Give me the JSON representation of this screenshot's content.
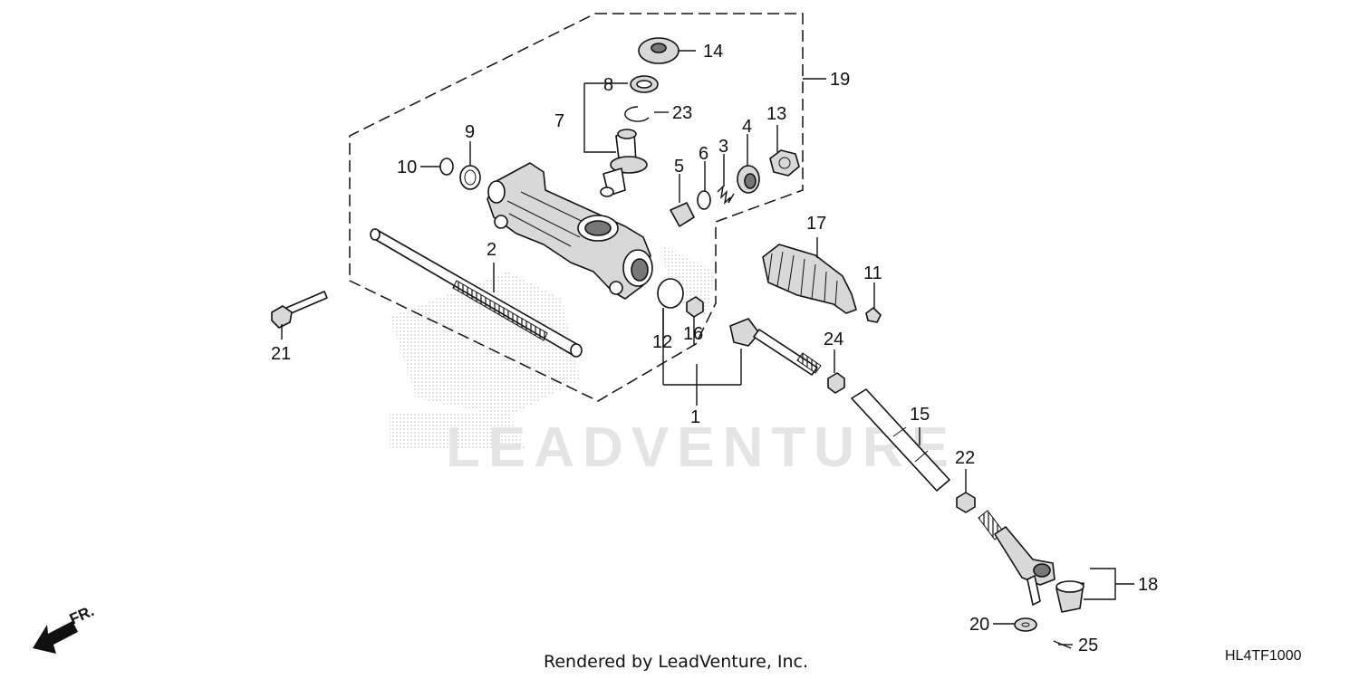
{
  "diagram": {
    "callouts": [
      "1",
      "2",
      "3",
      "4",
      "5",
      "6",
      "7",
      "8",
      "9",
      "10",
      "11",
      "12",
      "13",
      "14",
      "15",
      "16",
      "17",
      "18",
      "19",
      "20",
      "21",
      "22",
      "23",
      "24",
      "25"
    ],
    "direction_label": "FR.",
    "watermark": "LEADVENTURE",
    "footer": "Rendered by LeadVenture, Inc.",
    "diagram_code": "HL4TF1000"
  }
}
